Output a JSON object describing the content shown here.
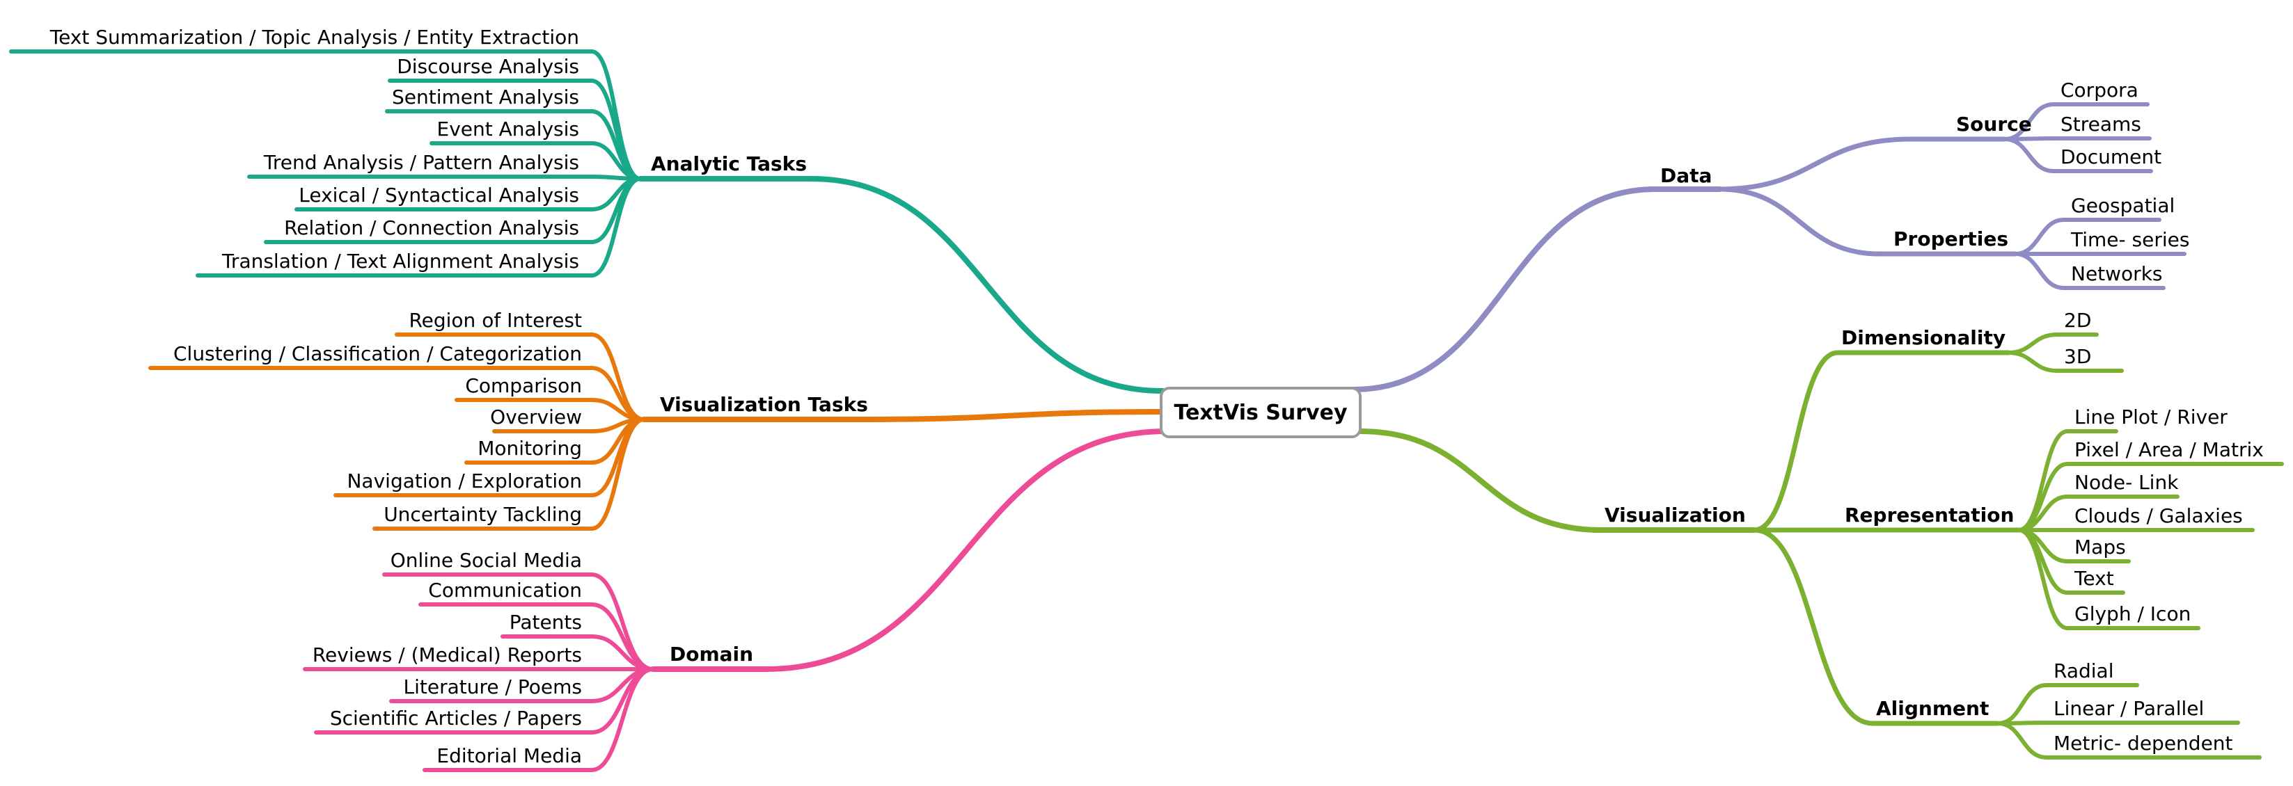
{
  "root": "TextVis Survey",
  "branches": {
    "analytic": {
      "label": "Analytic Tasks",
      "color": "#1aa88a",
      "items": [
        "Text Summarization /  Topic Analysis  /  Entity Extraction",
        "Discourse Analysis",
        "Sentiment Analysis",
        "Event Analysis",
        "Trend Analysis /  Pattern Analysis",
        "Lexical /  Syntactical Analysis",
        "Relation /  Connection Analysis",
        "Translation /  Text Alignment Analysis"
      ]
    },
    "vistasks": {
      "label": "Visualization Tasks",
      "color": "#e8780c",
      "items": [
        "Region of Interest",
        "Clustering /  Classification /  Categorization",
        "Comparison",
        "Overview",
        "Monitoring",
        "Navigation /  Exploration",
        "Uncertainty Tackling"
      ]
    },
    "domain": {
      "label": "Domain",
      "color": "#ee4b97",
      "items": [
        "Online Social Media",
        "Communication",
        "Patents",
        "Reviews /  (Medical) Reports",
        "Literature /  Poems",
        "Scientific Articles /  Papers",
        "Editorial Media"
      ]
    },
    "data": {
      "label": "Data",
      "color": "#8f8cc4",
      "subs": [
        {
          "label": "Source",
          "items": [
            "Corpora",
            "Streams",
            "Document"
          ]
        },
        {
          "label": "Properties",
          "items": [
            "Geospatial",
            "Time- series",
            "Networks"
          ]
        }
      ]
    },
    "visualization": {
      "label": "Visualization",
      "color": "#7bb030",
      "subs": [
        {
          "label": "Dimensionality",
          "items": [
            "2D",
            "3D"
          ]
        },
        {
          "label": "Representation",
          "items": [
            "Line Plot /  River",
            "Pixel /  Area /  Matrix",
            "Node- Link",
            "Clouds /  Galaxies",
            "Maps",
            "Text",
            "Glyph /  Icon"
          ]
        },
        {
          "label": "Alignment",
          "items": [
            "Radial",
            "Linear /  Parallel",
            "Metric- dependent"
          ]
        }
      ]
    }
  }
}
